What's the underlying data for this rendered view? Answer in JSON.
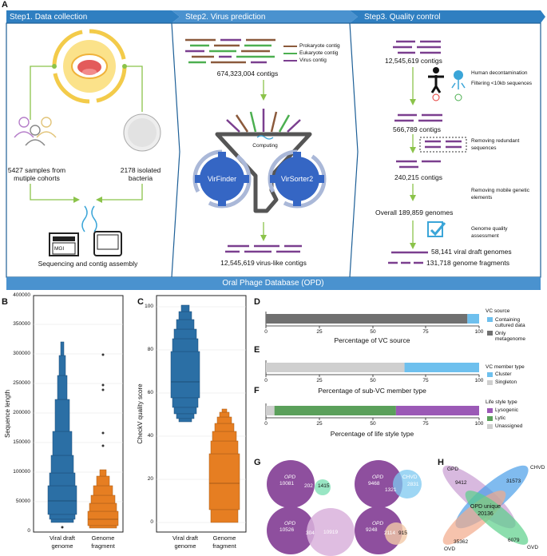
{
  "panel_labels": {
    "A": "A",
    "B": "B",
    "C": "C",
    "D": "D",
    "E": "E",
    "F": "F",
    "G": "G",
    "H": "H"
  },
  "panelA": {
    "steps": [
      "Step1. Data collection",
      "Step2. Virus prediction",
      "Step3. Quality control"
    ],
    "footer": "Oral Phage Database (OPD)",
    "step1": {
      "samples": "5427 samples from\nmutiple cohorts",
      "isolated": "2178 isolated\nbacteria",
      "assembly": "Sequencing and contig assembly",
      "mgi": "MGI"
    },
    "step2": {
      "legend": [
        "Prokaryote contig",
        "Eukaryote contig",
        "Virus contig"
      ],
      "contigs": "674,323,004 contigs",
      "computing": "Computing",
      "virfinder": "VirFinder",
      "virsorter": "VirSorter2",
      "virus_like": "12,545,619 virus-like contigs"
    },
    "step3": {
      "c1": "12,545,619 contigs",
      "hd1": "Human decontamination",
      "hd2": "Filtering <10kb sequences",
      "c2": "566,789 contigs",
      "rr1": "Removing redundant",
      "rr2": "sequences",
      "c3": "240,215 contigs",
      "rm1": "Removing  mobile genetic",
      "rm2": "elements",
      "overall": "Overall 189,859 genomes",
      "gq1": "Genome quality",
      "gq2": "assessment",
      "viral": "58,141 viral draft genomes",
      "frag": "131,718 genome fragments"
    }
  },
  "panelB": {
    "ylabel": "Sequence length",
    "yticks": [
      "0",
      "50000",
      "100000",
      "150000",
      "200000",
      "250000",
      "300000",
      "350000",
      "400000"
    ],
    "xlabels": [
      [
        "Viral draft",
        "genome"
      ],
      [
        "Genome",
        "fragment"
      ]
    ]
  },
  "panelC": {
    "ylabel": "CheckV quality score",
    "yticks": [
      "0",
      "20",
      "40",
      "60",
      "80",
      "100"
    ],
    "xlabels": [
      [
        "Viral draft",
        "genome"
      ],
      [
        "Genome",
        "fragment"
      ]
    ]
  },
  "panelD": {
    "xlabel": "Percentage of VC source",
    "legend_title": "VC source",
    "legend": [
      "Containing\ncultured data",
      "Only\nmetagenome"
    ],
    "xticks": [
      "0",
      "25",
      "50",
      "75",
      "100"
    ]
  },
  "panelE": {
    "xlabel": "Percentage of sub-VC member type",
    "legend_title": "VC member type",
    "legend": [
      "Cluster",
      "Singleton"
    ],
    "xticks": [
      "0",
      "25",
      "50",
      "75",
      "100"
    ]
  },
  "panelF": {
    "xlabel": "Percentage of life style type",
    "legend_title": "Life style type",
    "legend": [
      "Lysogenic",
      "Lytic",
      "Unassigned"
    ],
    "xticks": [
      "0",
      "25",
      "50",
      "75",
      "100"
    ]
  },
  "panelG": {
    "venns": [
      {
        "a": "OPD",
        "b": "",
        "a_only": "10081",
        "both": "202",
        "b_only": "1415"
      },
      {
        "a": "OPD",
        "b": "CHVD",
        "a_only": "9468",
        "both": "1321",
        "b_only": "2831"
      },
      {
        "a": "OPD",
        "b": "",
        "a_only": "10526",
        "both": "304",
        "b_only": "10919"
      },
      {
        "a": "OPD",
        "b": "",
        "a_only": "9248",
        "both": "2114",
        "b_only": "915"
      }
    ]
  },
  "panelH": {
    "labels": [
      "GPD",
      "CHVD",
      "OVD",
      "GVD"
    ],
    "values": [
      "9412",
      "31573",
      "35362",
      "6079"
    ],
    "center1": "OPD unique",
    "center2": "20136"
  },
  "chart_data": [
    {
      "type": "bar",
      "title": "",
      "xlabel": "Percentage of VC source",
      "series": [
        {
          "name": "Only metagenome",
          "values": [
            94.5
          ]
        },
        {
          "name": "Containing cultured data",
          "values": [
            5.5
          ]
        }
      ],
      "xlim": [
        0,
        100
      ]
    },
    {
      "type": "bar",
      "title": "",
      "xlabel": "Percentage of sub-VC member type",
      "series": [
        {
          "name": "Singleton",
          "values": [
            65
          ]
        },
        {
          "name": "Cluster",
          "values": [
            35
          ]
        }
      ],
      "xlim": [
        0,
        100
      ]
    },
    {
      "type": "bar",
      "title": "",
      "xlabel": "Percentage of life style type",
      "series": [
        {
          "name": "Unassigned",
          "values": [
            4
          ]
        },
        {
          "name": "Lytic",
          "values": [
            57
          ]
        },
        {
          "name": "Lysogenic",
          "values": [
            39
          ]
        }
      ],
      "xlim": [
        0,
        100
      ]
    },
    {
      "type": "boxen",
      "ylabel": "Sequence length",
      "categories": [
        "Viral draft genome",
        "Genome fragment"
      ],
      "medians": [
        55000,
        22000
      ],
      "ylim": [
        0,
        400000
      ]
    },
    {
      "type": "boxen",
      "ylabel": "CheckV quality score",
      "categories": [
        "Viral draft genome",
        "Genome fragment"
      ],
      "medians": [
        65,
        18
      ],
      "ylim": [
        0,
        100
      ]
    }
  ]
}
